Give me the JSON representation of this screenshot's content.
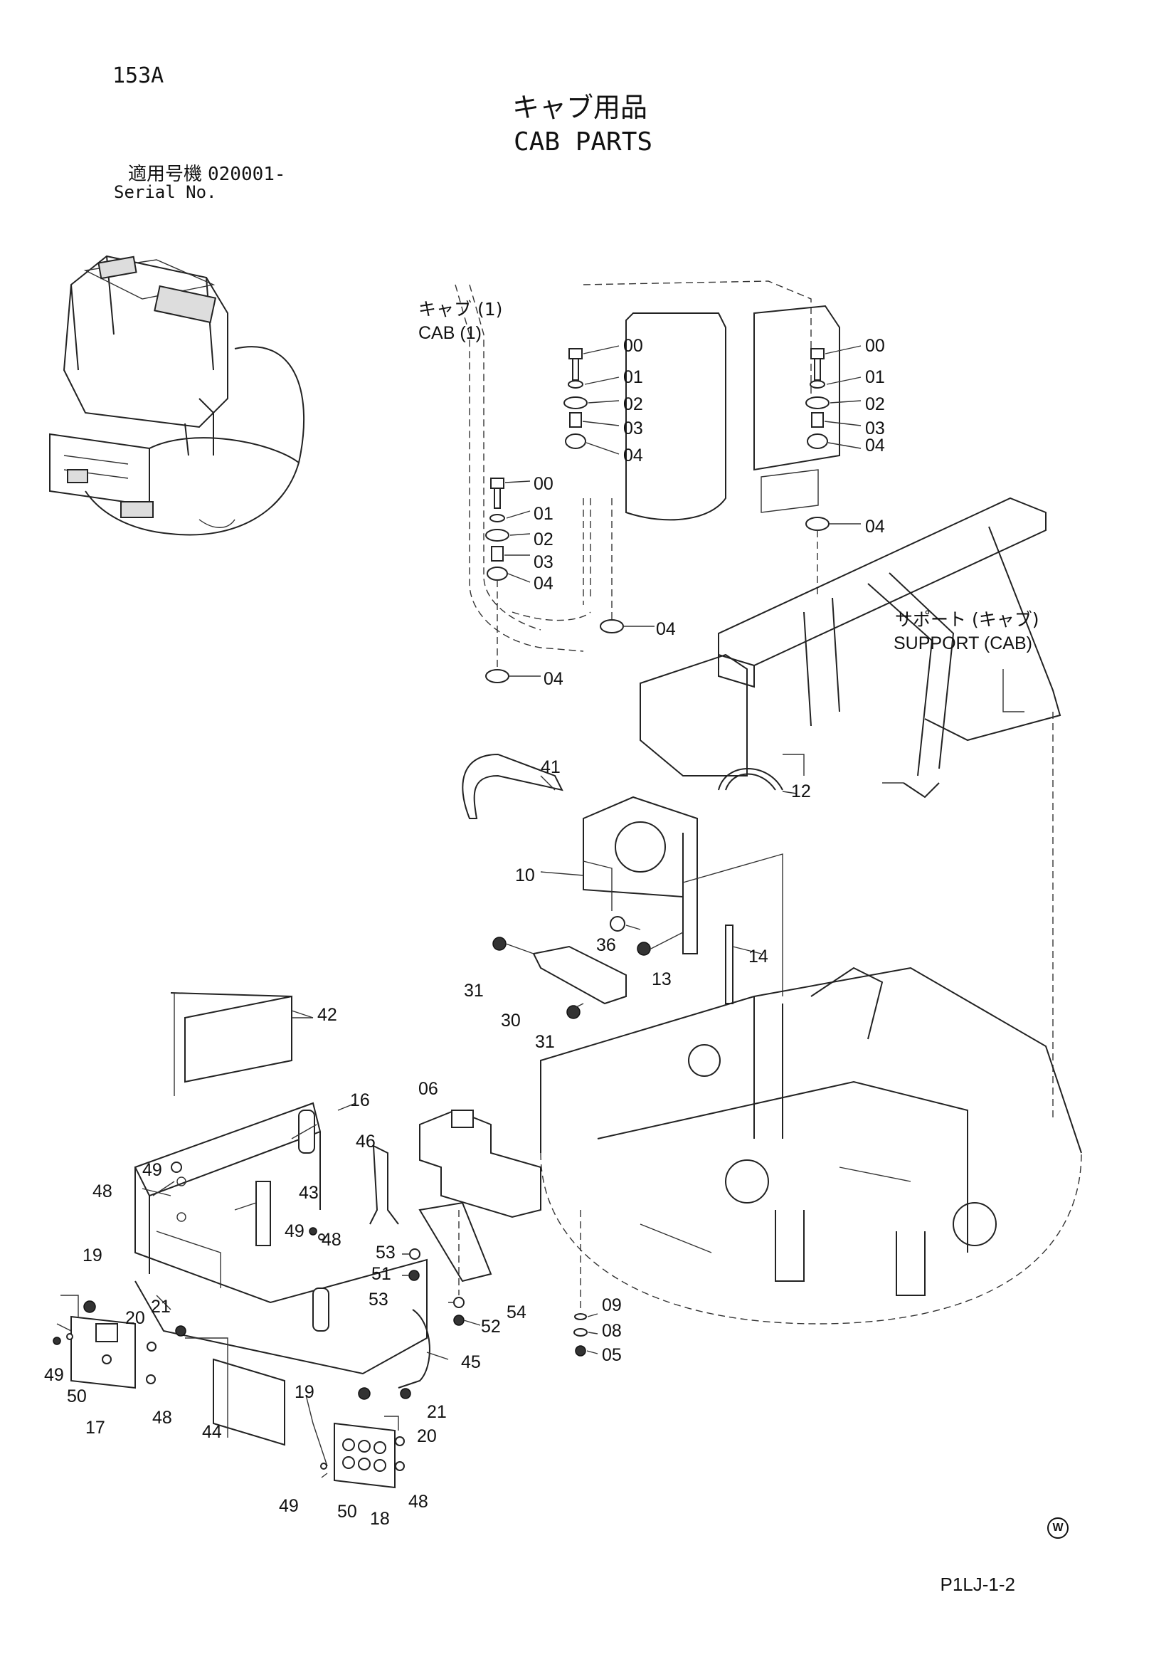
{
  "header": {
    "page_number": "153A",
    "title_jp": "キャブ用品",
    "title_en": "CAB PARTS",
    "serial_label_jp": "適用号機",
    "serial_value": "020001-",
    "serial_label_en": "Serial No."
  },
  "callouts": {
    "cab_jp": "キャブ (1)",
    "cab_en": "CAB (1)",
    "support_jp": "サポート (キャブ)",
    "support_en": "SUPPORT (CAB)"
  },
  "part_numbers": [
    "00",
    "01",
    "02",
    "03",
    "04",
    "00",
    "01",
    "02",
    "03",
    "04",
    "04",
    "00",
    "01",
    "02",
    "03",
    "04",
    "04",
    "04",
    "41",
    "12",
    "10",
    "14",
    "36",
    "13",
    "31",
    "30",
    "31",
    "42",
    "16",
    "06",
    "46",
    "49",
    "48",
    "43",
    "49",
    "48",
    "53",
    "51",
    "53",
    "52",
    "54",
    "09",
    "08",
    "05",
    "19",
    "20",
    "21",
    "49",
    "50",
    "17",
    "48",
    "45",
    "44",
    "19",
    "21",
    "20",
    "49",
    "50",
    "18",
    "48"
  ],
  "footer": {
    "code": "P1LJ-1-2",
    "mark": "W"
  }
}
